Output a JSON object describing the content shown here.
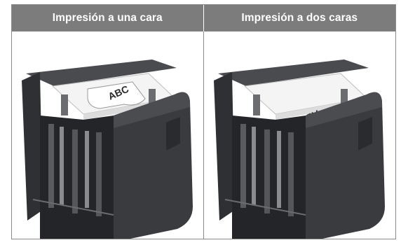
{
  "table": {
    "columns": [
      {
        "header": "Impresión a una cara",
        "paper_label": "ABC"
      },
      {
        "header": "Impresión a dos caras",
        "paper_label": "ABC"
      }
    ]
  },
  "colors": {
    "header_bg": "#7c7c7c",
    "tray_dark": "#3a3b3e",
    "paper": "#f4f4f4"
  }
}
